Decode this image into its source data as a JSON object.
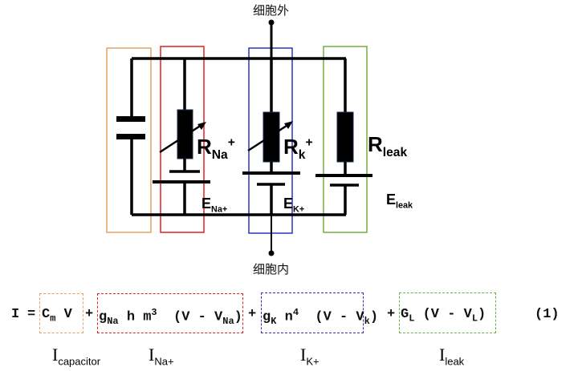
{
  "labels": {
    "outside": "细胞外",
    "inside": "细胞内"
  },
  "components": {
    "r_na": {
      "main": "R",
      "sub": "Na",
      "sup": "+"
    },
    "r_k": {
      "main": "R",
      "sub": "k",
      "sup": "+"
    },
    "r_leak": {
      "main": "R",
      "sub": "leak"
    },
    "e_na": {
      "main": "E",
      "sub": "Na+"
    },
    "e_k": {
      "main": "E",
      "sub": "K+"
    },
    "e_leak": {
      "main": "E",
      "sub": "leak"
    }
  },
  "colors": {
    "capacitor_box": "#e8a060",
    "sodium_box": "#e02020",
    "potassium_box": "#3030c0",
    "leak_box": "#70b040",
    "wire": "#000000",
    "resistor_fill": "#000000",
    "resistor_edge": "#1a2a50"
  },
  "equation": {
    "lhs": "I",
    "equals": "=",
    "plus": "+",
    "term_capacitor": {
      "c": "C",
      "c_sub": "m",
      "v": "V"
    },
    "term_na": {
      "g": "g",
      "g_sub": "Na",
      "body": "h m",
      "power": "3",
      "paren": "(V - V",
      "v_sub": "Na",
      "close": ")"
    },
    "term_k": {
      "g": "g",
      "g_sub": "K",
      "body": "n",
      "power": "4",
      "paren": "(V - V",
      "v_sub": "k",
      "close": ")"
    },
    "term_leak": {
      "g": "G",
      "g_sub": "L",
      "paren": "(V - V",
      "v_sub": "L",
      "close": ")"
    },
    "number": "(1)"
  },
  "currents": [
    {
      "main": "I",
      "sub": "capacitor"
    },
    {
      "main": "I",
      "sub": "Na+"
    },
    {
      "main": "I",
      "sub": "K+"
    },
    {
      "main": "I",
      "sub": "leak"
    }
  ]
}
